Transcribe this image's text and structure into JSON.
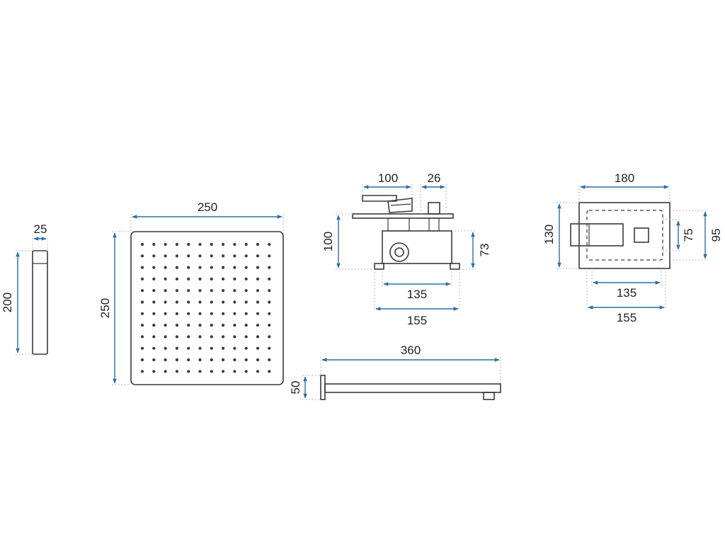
{
  "colors": {
    "outline": "#3a3a3a",
    "dimension": "#2d6fa3",
    "extension": "#9aa0a6",
    "background": "#ffffff"
  },
  "hand_shower": {
    "width_label": "25",
    "height_label": "200"
  },
  "shower_head": {
    "width_label": "250",
    "height_label": "250",
    "nozzle_grid": {
      "columns": 12,
      "rows": 12
    }
  },
  "shower_arm": {
    "length_label": "360",
    "height_label": "50"
  },
  "mixer_front": {
    "handle_label": "100",
    "outlet_label": "26",
    "height_label": "100",
    "body_height_label": "73",
    "inner_width_label": "135",
    "outer_width_label": "155"
  },
  "mixer_plate": {
    "width_label": "180",
    "height_label": "130",
    "inner_height_label": "75",
    "outer_height_label": "95",
    "inner_width_label": "135",
    "outer_width_label": "155"
  }
}
